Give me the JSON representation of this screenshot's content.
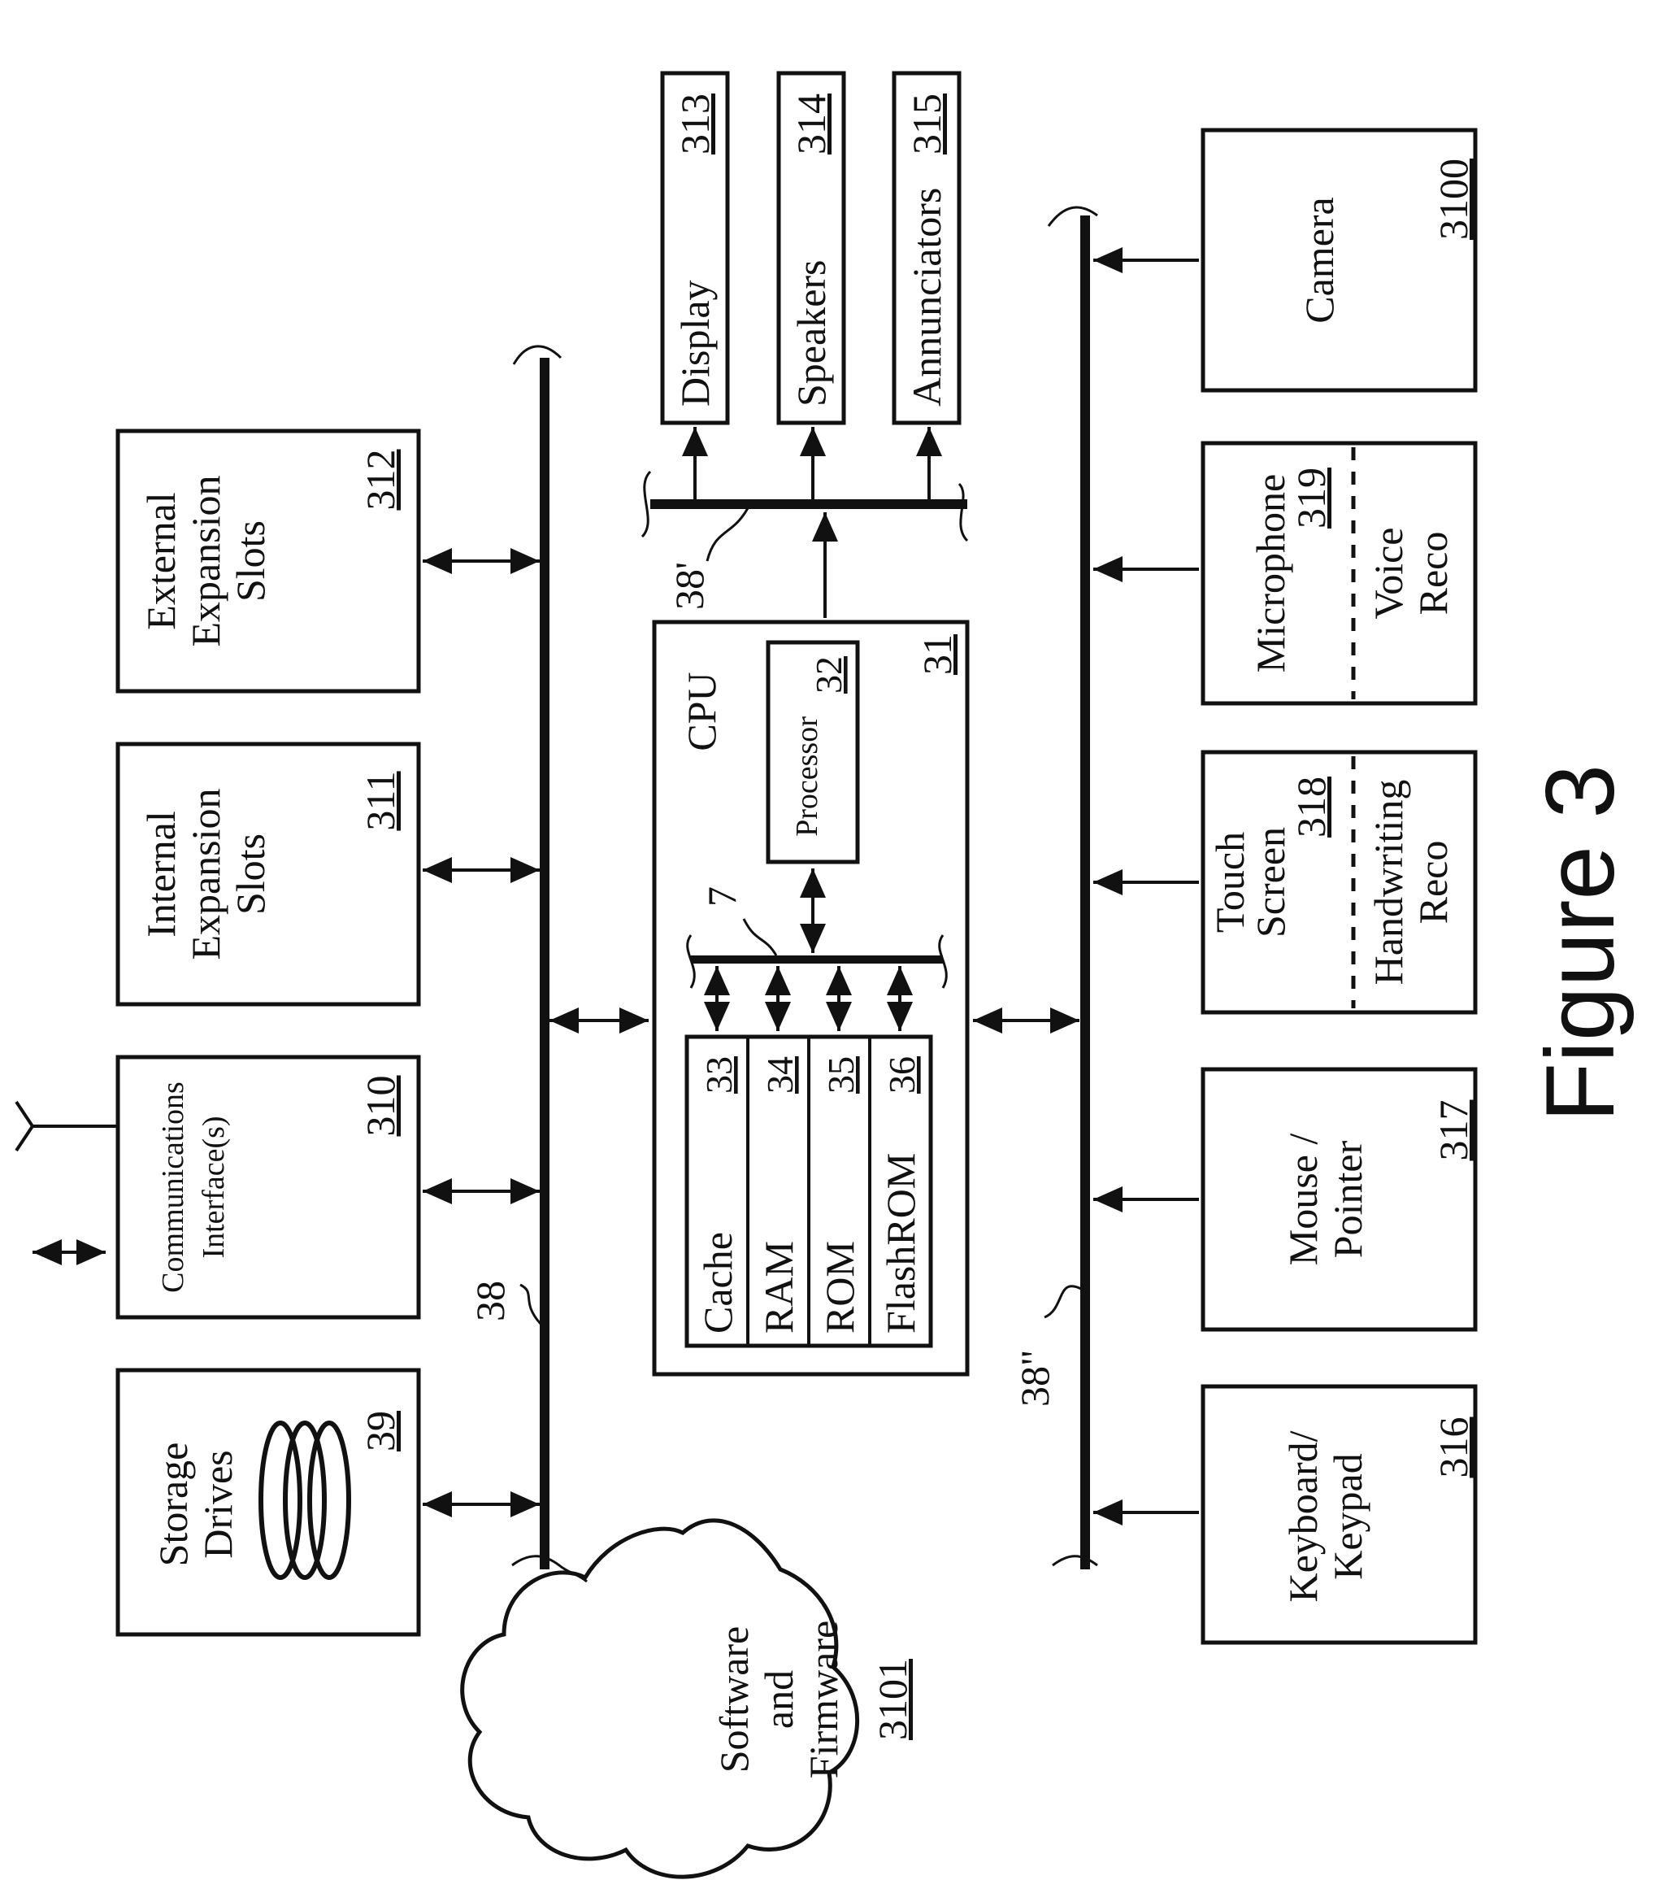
{
  "figure": {
    "caption": "Figure 3"
  },
  "colors": {
    "ink": "#111111",
    "paper": "#ffffff"
  },
  "blocks": {
    "storage": {
      "line1": "Storage",
      "line2": "Drives",
      "number": "39"
    },
    "comm": {
      "line1": "Communications",
      "line2": "Interface(s)",
      "number": "310"
    },
    "internal": {
      "line1": "Internal",
      "line2": "Expansion",
      "line3": "Slots",
      "number": "311"
    },
    "external": {
      "line1": "External",
      "line2": "Expansion",
      "line3": "Slots",
      "number": "312"
    },
    "keyboard": {
      "line1": "Keyboard/",
      "line2": "Keypad",
      "number": "316"
    },
    "mouse": {
      "line1": "Mouse /",
      "line2": "Pointer",
      "number": "317"
    },
    "touch": {
      "line1": "Touch",
      "line2": "Screen",
      "number": "318",
      "line3": "Handwriting",
      "line4": "Reco"
    },
    "microphone": {
      "line1": "Microphone",
      "number": "319",
      "line2": "Voice",
      "line3": "Reco"
    },
    "camera": {
      "line1": "Camera",
      "number": "3100"
    },
    "display": {
      "label": "Display",
      "number": "313"
    },
    "speakers": {
      "label": "Speakers",
      "number": "314"
    },
    "annunciators": {
      "label": "Annunciators",
      "number": "315"
    },
    "cpu": {
      "label": "CPU",
      "number": "31"
    },
    "processor": {
      "label": "Processor",
      "number": "32"
    },
    "cache": {
      "label": "Cache",
      "number": "33"
    },
    "ram": {
      "label": "RAM",
      "number": "34"
    },
    "rom": {
      "label": "ROM",
      "number": "35"
    },
    "flashrom": {
      "label": "FlashROM",
      "number": "36"
    },
    "software": {
      "line1": "Software",
      "line2": "and",
      "line3": "Firmware",
      "number": "3101"
    }
  },
  "buses": {
    "main": "38",
    "output": "38'",
    "input": "38\"",
    "internal": "7"
  }
}
